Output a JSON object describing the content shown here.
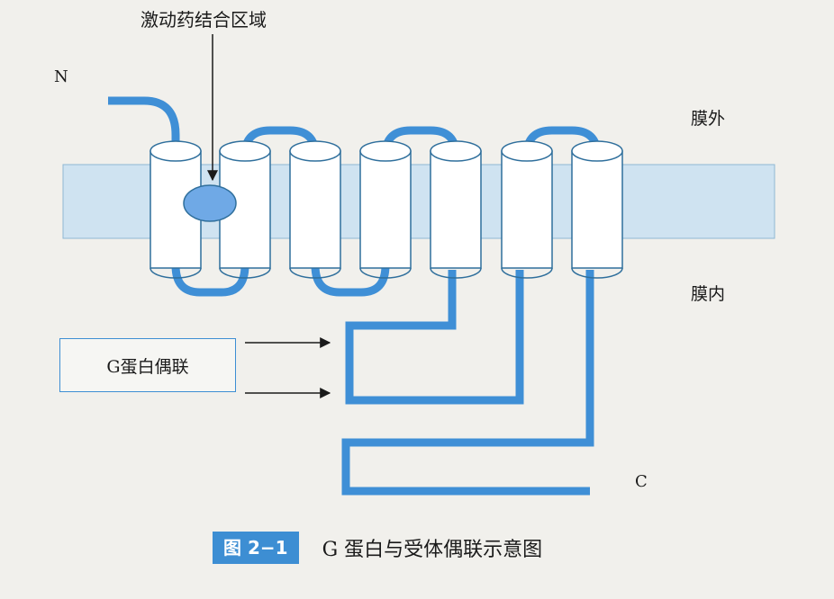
{
  "labels": {
    "agonist_site": "激动药结合区域",
    "n_terminus": "N",
    "c_terminus": "C",
    "extracellular": "膜外",
    "intracellular": "膜内",
    "g_protein_box": "G蛋白偶联"
  },
  "caption": {
    "tag": "图 2−1",
    "text": "G 蛋白与受体偶联示意图"
  },
  "colors": {
    "chain": "#3f8fd6",
    "membrane": "#cfe3f1",
    "helix_fill": "#ffffff",
    "helix_stroke": "#2f6f9c",
    "binding_site": "#6fa9e6"
  },
  "transmembrane_helix_count": 7
}
